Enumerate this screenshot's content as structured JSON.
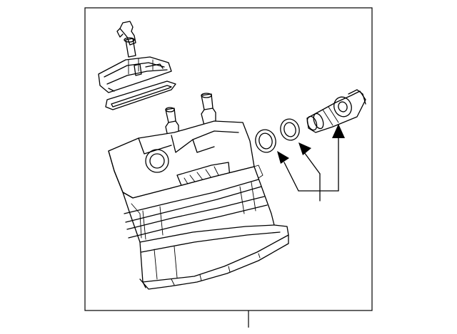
{
  "diagram": {
    "type": "exploded-parts-illustration",
    "colors": {
      "line": "#000000",
      "background": "#ffffff"
    },
    "parts": [
      {
        "name": "connector-fitting-with-bracket"
      },
      {
        "name": "bracket-gasket"
      },
      {
        "name": "canister-housing"
      },
      {
        "name": "o-ring-seal-1"
      },
      {
        "name": "o-ring-seal-2"
      },
      {
        "name": "sensor-valve"
      }
    ],
    "callouts": [
      {
        "points_to": "o-ring-seal-1"
      },
      {
        "points_to": "o-ring-seal-2"
      },
      {
        "points_to": "sensor-valve"
      }
    ]
  }
}
